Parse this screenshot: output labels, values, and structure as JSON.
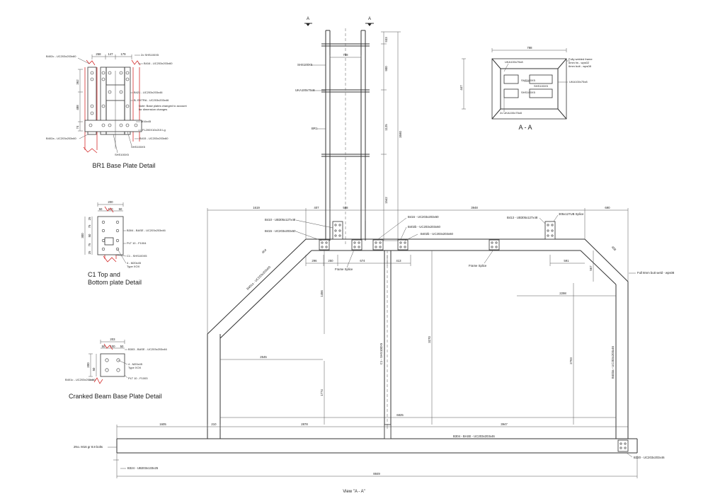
{
  "section_marks": {
    "left": "A",
    "right": "A"
  },
  "view_title": "View \"A - A\"",
  "section_title": "A - A",
  "br1": {
    "title": "BR1 Base Plate Detail",
    "dims_top": [
      "258",
      "147",
      "179"
    ],
    "dims_left": [
      "362",
      "488",
      "74"
    ],
    "labels": {
      "b402c": "B402c - UC203x203x60",
      "shs_2x": "2x SHS100X5",
      "b416": "B416 - UC203x203x60",
      "b421": "B421 - UC203x203x46",
      "b_extra": "B- EXTRA - UC203x203x46",
      "note": "Note: Base plates changed to account for dimension changes",
      "m16": "M16x45",
      "fl": "FL200X10x215 Lg",
      "b415": "B415 - UC203x203x60",
      "shs_a": "SHS100X5",
      "shs_b": "SHS100X5",
      "b402a": "B402a - UC203x203x60"
    }
  },
  "c1": {
    "title_line1": "C1 Top and",
    "title_line2": "Bottom plate  Detail",
    "dim_w": "200",
    "dims_top": [
      "50",
      "100",
      "50"
    ],
    "dim_h": "300",
    "dims_left": [
      "25",
      "75",
      "50",
      "75",
      "25"
    ],
    "labels": {
      "b304": "B304 - BASE - UC203x203x46",
      "plt": "PLT 10 - F1004",
      "c1": "C1 - SHS100X5",
      "m20": "4 - M20x45",
      "type": "Type XOX"
    }
  },
  "cranked": {
    "title": "Cranked Beam Base Plate Detail",
    "dim_w": "203",
    "dims_top": [
      "50",
      "100",
      "50"
    ],
    "dims_left": [
      "200",
      "50"
    ],
    "labels": {
      "b303": "B303 - BASE - UC203x203x46",
      "m20": "4 - M20x45",
      "type": "Type XOX",
      "plt": "PLT 10 - F1003",
      "b401c": "B401c - UC203x203x60"
    }
  },
  "section": {
    "dim_w": "788",
    "dim_h": "447",
    "labels": {
      "uka_top": "UKA100x75x8",
      "fully": "Fully welded frame",
      "fillet": "6mm fw - wps02",
      "butt": "6mm butt - wps08",
      "shs1": "SHS100X5",
      "shs2": "SHS100X5",
      "shs3": "SHS100X5",
      "uka_right": "UKA100x75x8",
      "uka_2x": "2x UKA100x75x8"
    }
  },
  "tower": {
    "labels": {
      "shs": "SHS100X5",
      "uka": "UKA100x75x8",
      "br1": "BR1"
    },
    "dim_width": "788",
    "dims_right": [
      "933",
      "900",
      "1125",
      "3590",
      "1542"
    ]
  },
  "frame": {
    "dims_top": [
      "1619",
      "407",
      "588",
      "3948",
      "690"
    ],
    "dims_mid": [
      "296",
      "250",
      "674",
      "413",
      "591",
      "567",
      "2298"
    ],
    "diag_dims": [
      "464",
      "458"
    ],
    "labels": {
      "b410": "B410 - UB305x127x48",
      "b415": "B415 - UC203x203x60",
      "b416": "B416 - UC203x203x60",
      "b402b": "B402b - UC203x203x60",
      "b402b2": "B402b - UC203x203x60",
      "b413": "B413 - UB305x127x48",
      "splice_ub": "305x127UB Splice",
      "frame_splice_l": "Frame Splice",
      "frame_splice_r": "Frame Splice",
      "full_butt": "Full 8mm butt weld - wps08",
      "b401a": "B401a - UC203x203x60",
      "c1_col": "C1 - SHS100X5",
      "b403a": "B403a - UC203x203x46",
      "b304": "B304 - BASE - UC203x203x46",
      "bolts": "2No. M16 gr 8.8 bolts",
      "b324": "B324 - UB203x133x25",
      "b320": "B320 - UC203x203x46"
    },
    "v_dims": [
      "1456",
      "1774",
      "3270",
      "2793"
    ],
    "dim_2545": "2545",
    "dim_6825": "6825",
    "bottom_dims": [
      "1605",
      "210",
      "2878",
      "3947"
    ],
    "overall": "8849"
  }
}
